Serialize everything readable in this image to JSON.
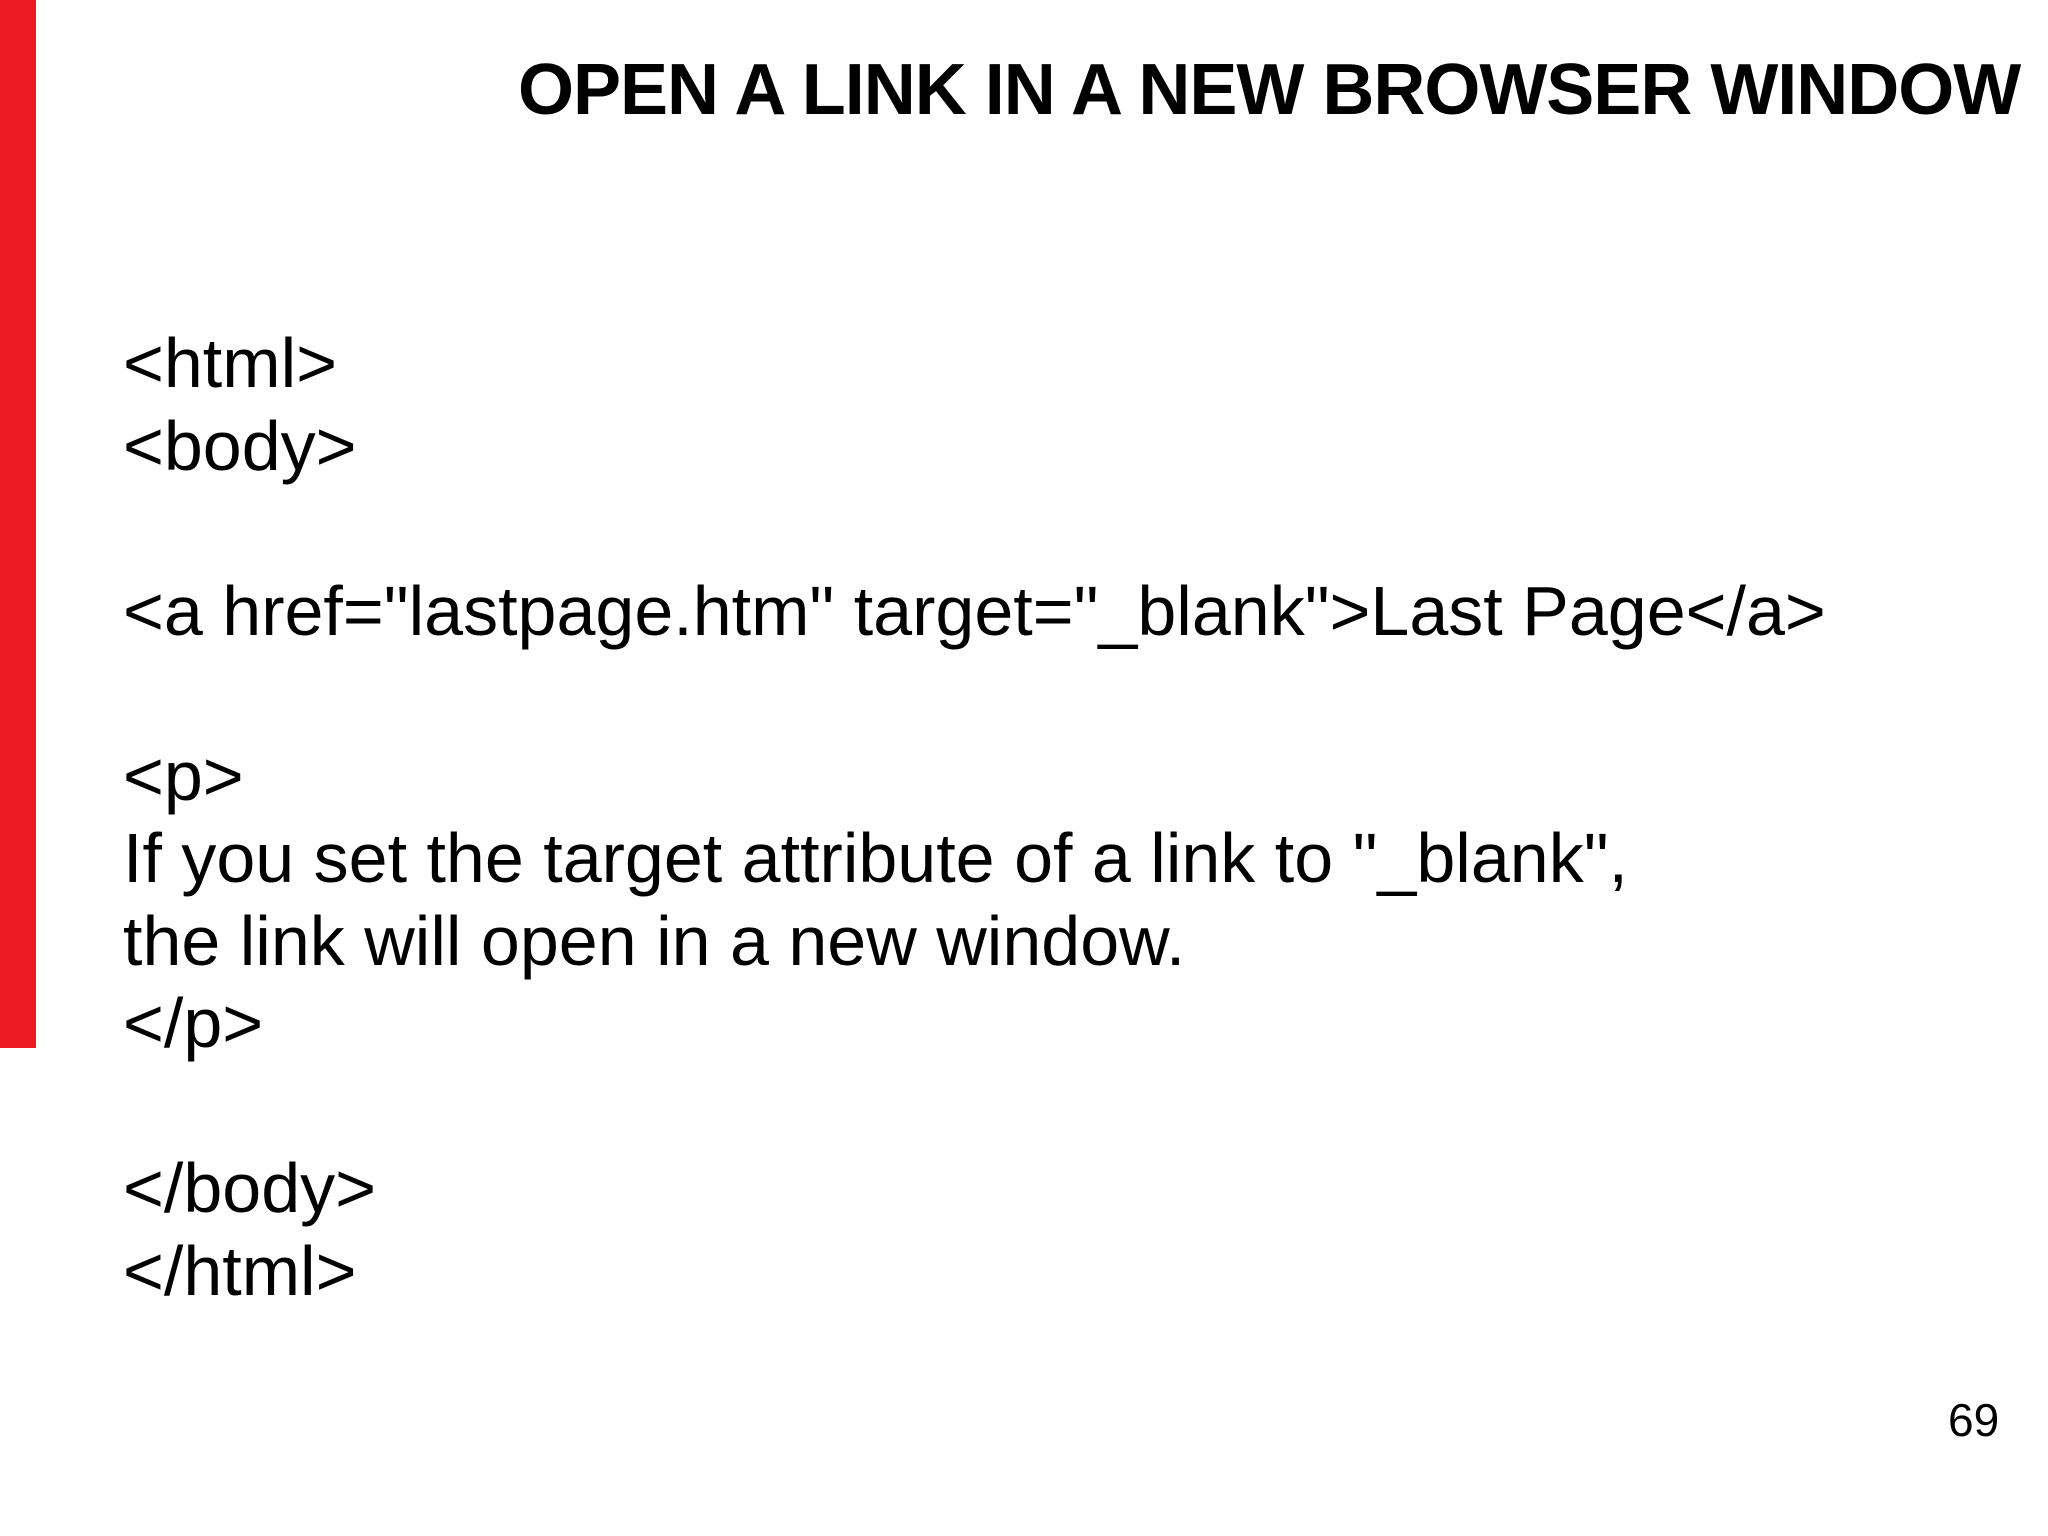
{
  "slide": {
    "title": "OPEN A LINK IN A NEW BROWSER WINDOW",
    "accent_color": "#ed1c24",
    "page_number": "69",
    "code_lines": [
      "<html>",
      "<body>",
      "",
      "<a href=\"lastpage.htm\" target=\"_blank\">Last Page</a>",
      "",
      "<p>",
      "If you set the target attribute of a link to \"_blank\",",
      "the link will open in a new window.",
      "</p>",
      "",
      "</body>",
      "</html>"
    ]
  }
}
